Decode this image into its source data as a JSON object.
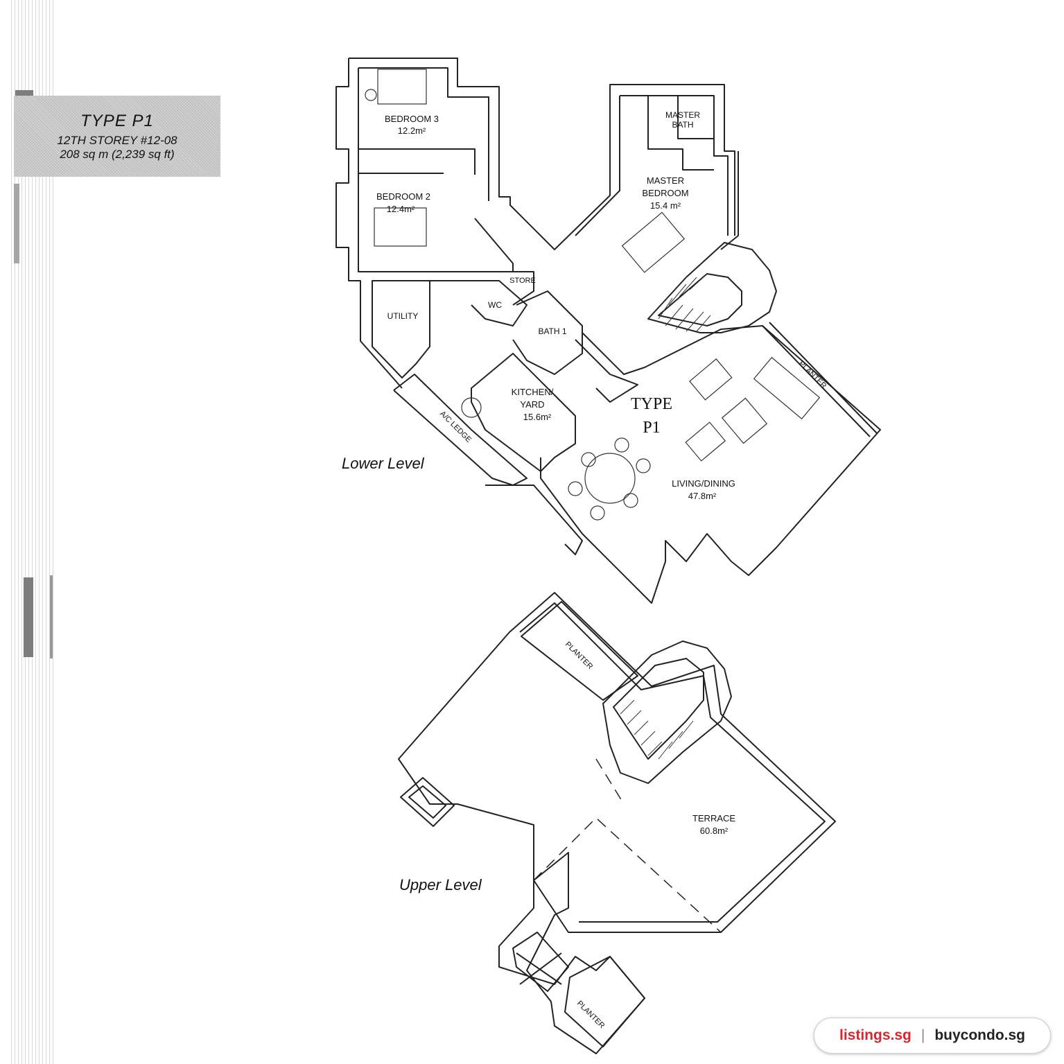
{
  "header": {
    "type": "TYPE P1",
    "storey": "12TH STOREY #12-08",
    "area": "208 sq m (2,239 sq ft)"
  },
  "levels": {
    "lower": "Lower Level",
    "upper": "Upper Level"
  },
  "plan_type": {
    "line1": "TYPE",
    "line2": "P1"
  },
  "rooms": {
    "bedroom3": {
      "name": "BEDROOM 3",
      "area": "12.2m²"
    },
    "bedroom2": {
      "name": "BEDROOM 2",
      "area": "12.4m²"
    },
    "master_bath": {
      "line1": "MASTER",
      "line2": "BATH"
    },
    "master_bedroom": {
      "line1": "MASTER",
      "line2": "BEDROOM",
      "area": "15.4 m²"
    },
    "store": "STORE",
    "wc": "WC",
    "utility": "UTILITY",
    "bath1": "BATH 1",
    "kitchen": {
      "line1": "KITCHEN/",
      "line2": "YARD",
      "area": "15.6m²"
    },
    "living": {
      "name": "LIVING/DINING",
      "area": "47.8m²"
    },
    "ac_ledge": "A/C LEDGE",
    "planter": "PLANTER",
    "planter_upper_1": "PLANTER",
    "planter_upper_2": "PLANTER",
    "terrace": {
      "name": "TERRACE",
      "area": "60.8m²"
    }
  },
  "badge": {
    "site1": "listings.sg",
    "separator": "|",
    "site2": "buycondo.sg"
  },
  "colors": {
    "line": "#222222",
    "title_box": "#c6c6c6",
    "brand_red": "#d6262f"
  }
}
